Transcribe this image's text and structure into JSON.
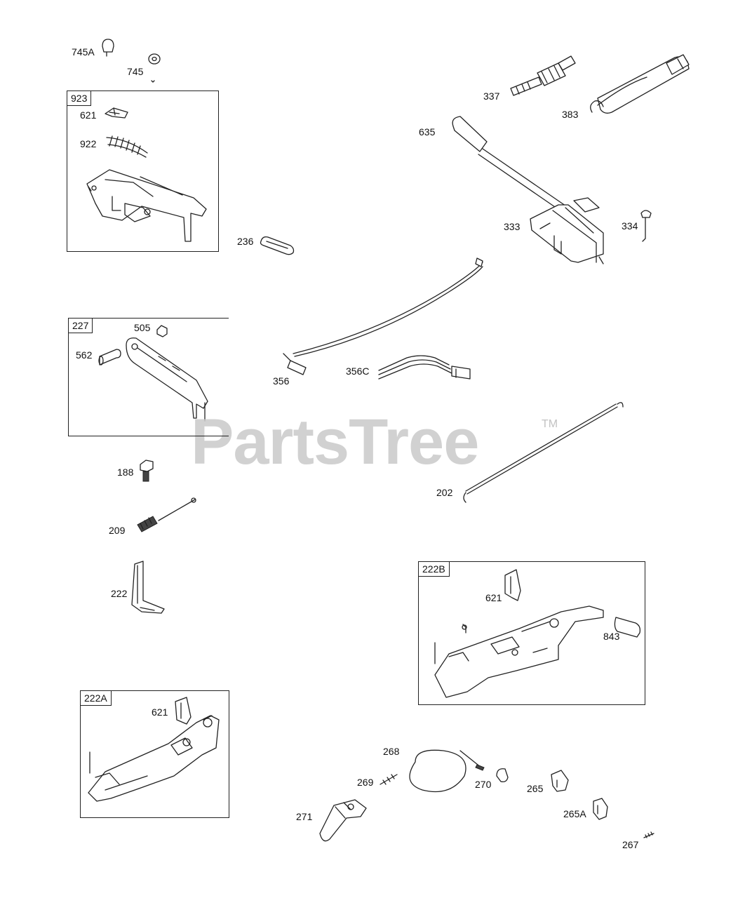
{
  "watermark": {
    "text": "PartsTree",
    "trademark": "TM"
  },
  "boxes": {
    "box_923": "923",
    "box_227": "227",
    "box_222A": "222A",
    "box_222B": "222B"
  },
  "labels": {
    "l745A": "745A",
    "l745": "745",
    "l621a": "621",
    "l922": "922",
    "l236": "236",
    "l337": "337",
    "l383": "383",
    "l635": "635",
    "l333": "333",
    "l334": "334",
    "l505": "505",
    "l562": "562",
    "l356": "356",
    "l356C": "356C",
    "l188": "188",
    "l209": "209",
    "l202": "202",
    "l222": "222",
    "l621b": "621",
    "l843": "843",
    "l621c": "621",
    "l268": "268",
    "l269": "269",
    "l270": "270",
    "l265": "265",
    "l265A": "265A",
    "l271": "271",
    "l267": "267"
  }
}
